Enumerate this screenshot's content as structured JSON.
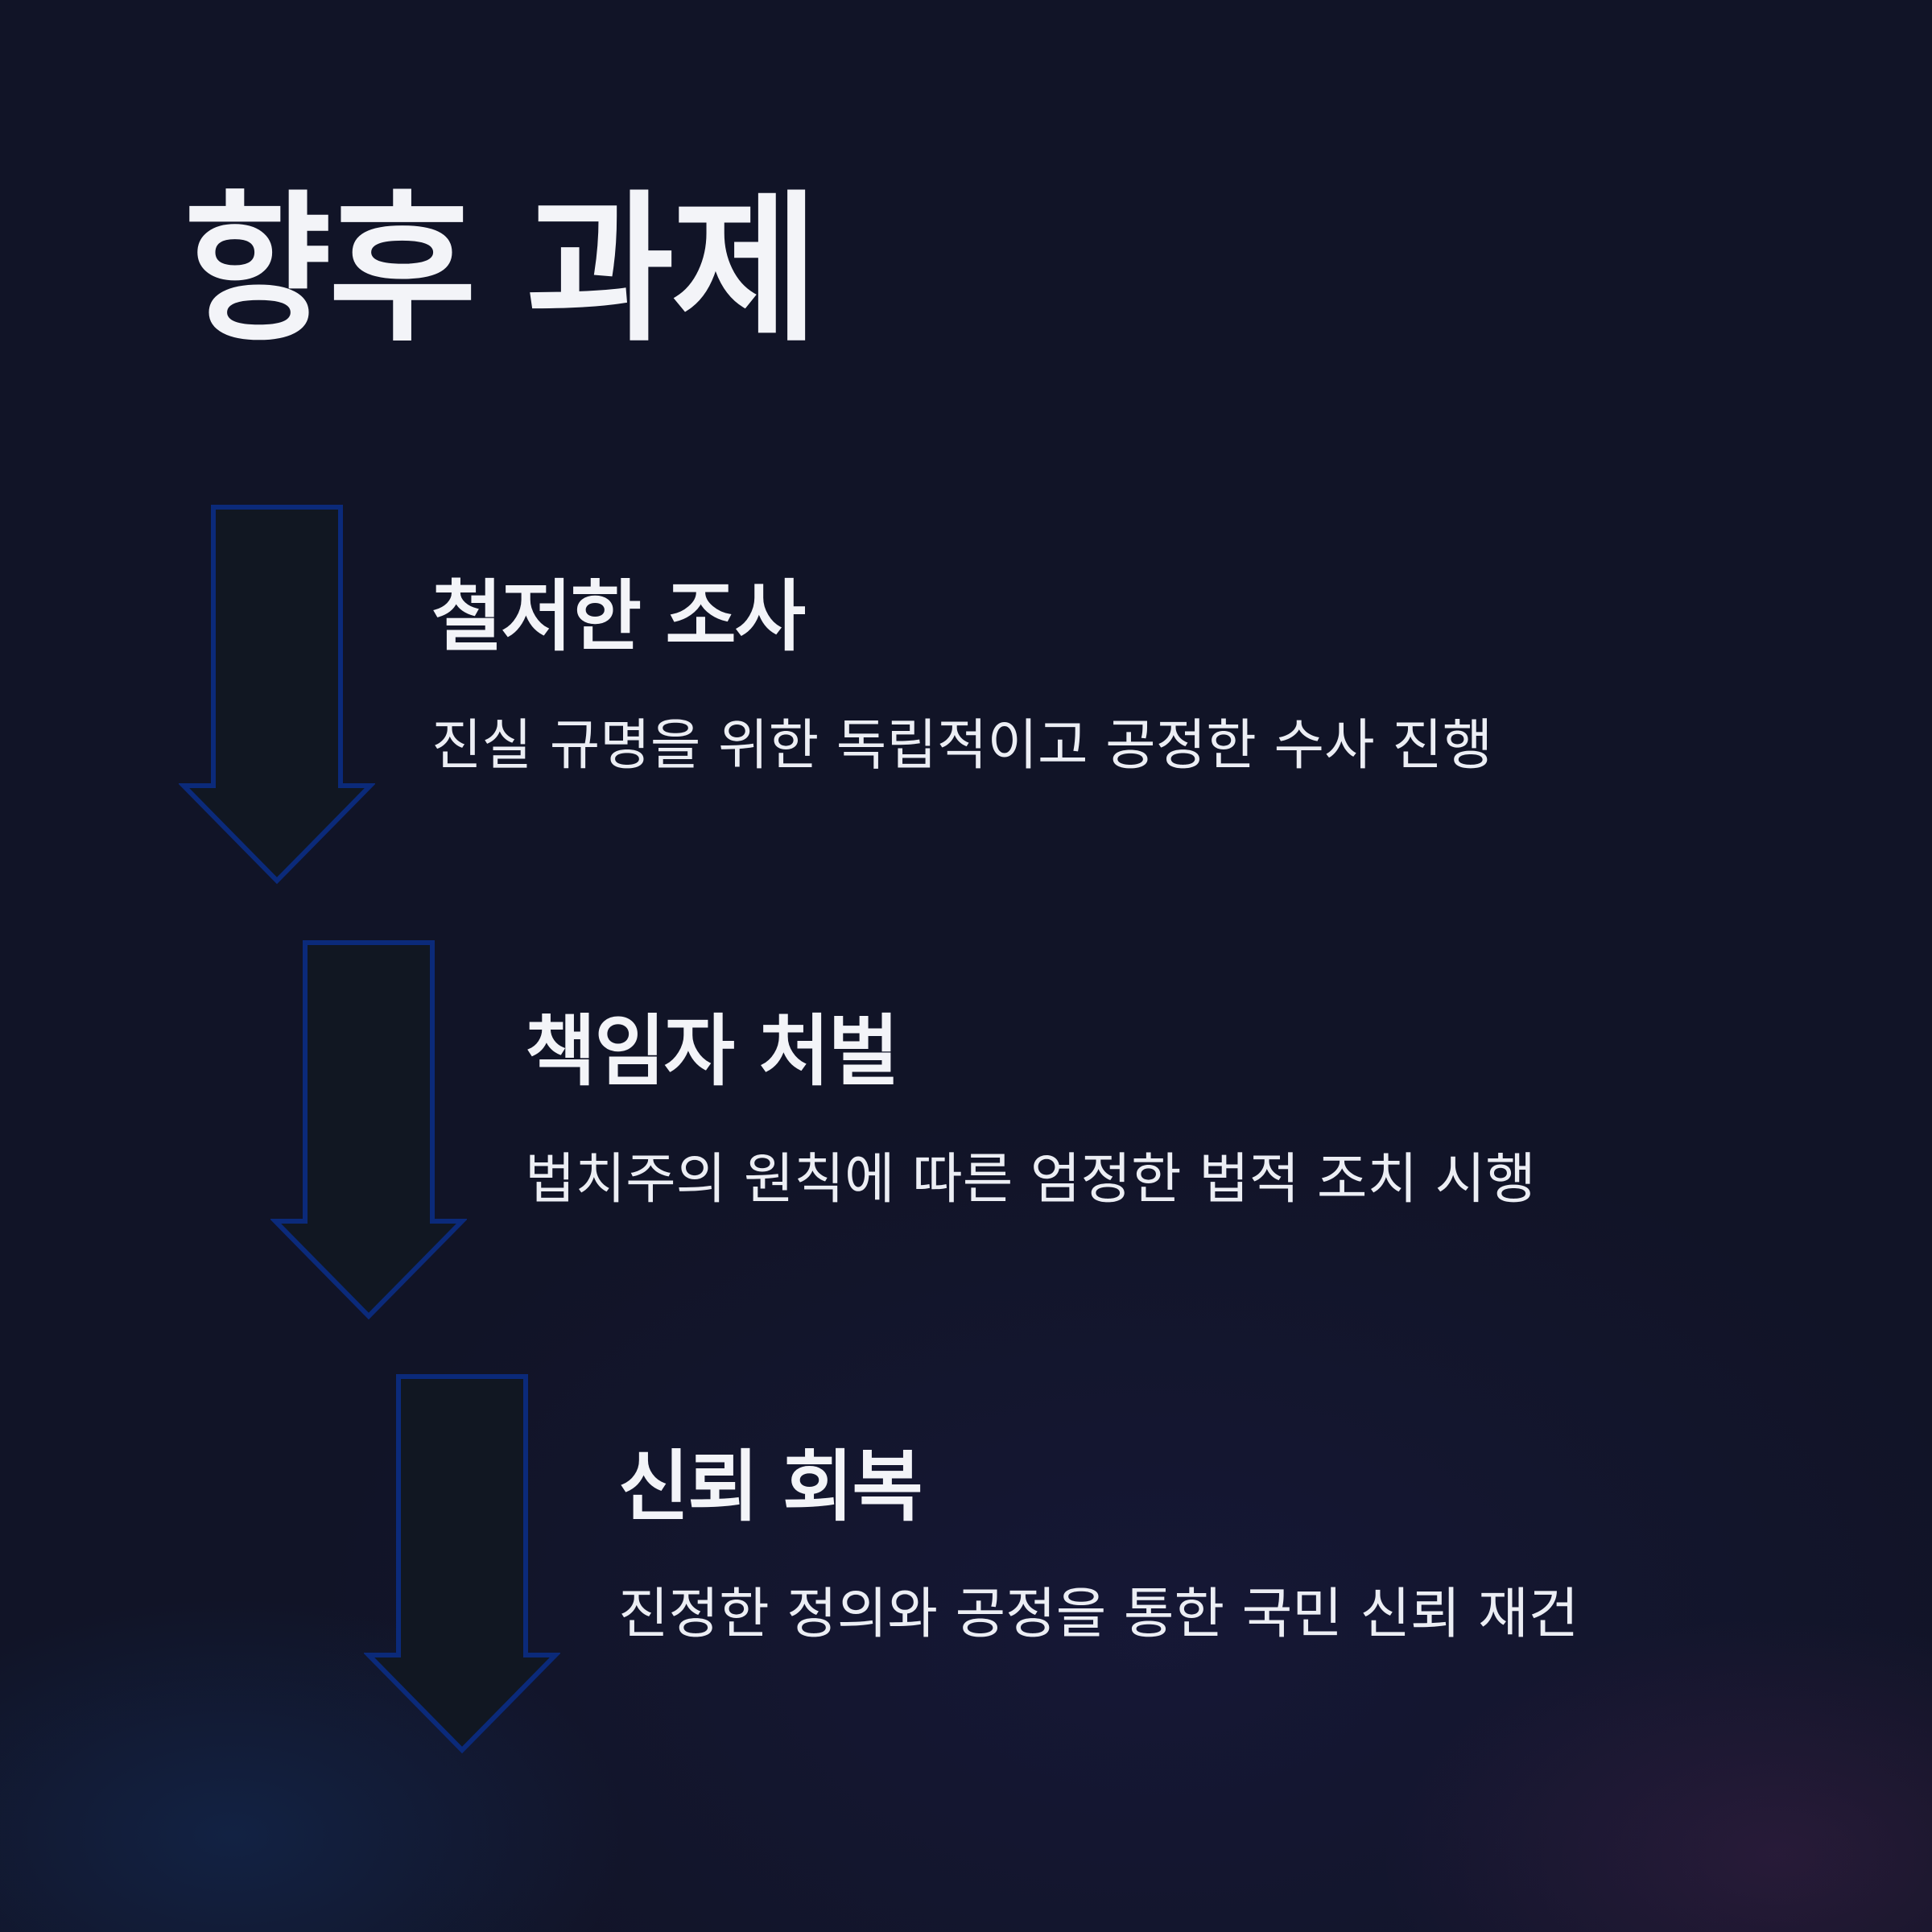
{
  "title": "향후 과제",
  "colors": {
    "background": "#111427",
    "arrow_fill": "#111722",
    "arrow_stroke": "#0b2a7a",
    "text": "#f3f4f8"
  },
  "steps": [
    {
      "icon": "down-arrow-icon",
      "heading": "철저한 조사",
      "description": "진실 규명을 위한 독립적이고 공정한 수사 진행"
    },
    {
      "icon": "down-arrow-icon",
      "heading": "책임자 처벌",
      "description": "법치주의 원칙에 따른 엄정한 법적 조치 시행"
    },
    {
      "icon": "down-arrow-icon",
      "heading": "신뢰 회복",
      "description": "진정한 정의와 공정을 통한 국민 신뢰 재건"
    }
  ]
}
